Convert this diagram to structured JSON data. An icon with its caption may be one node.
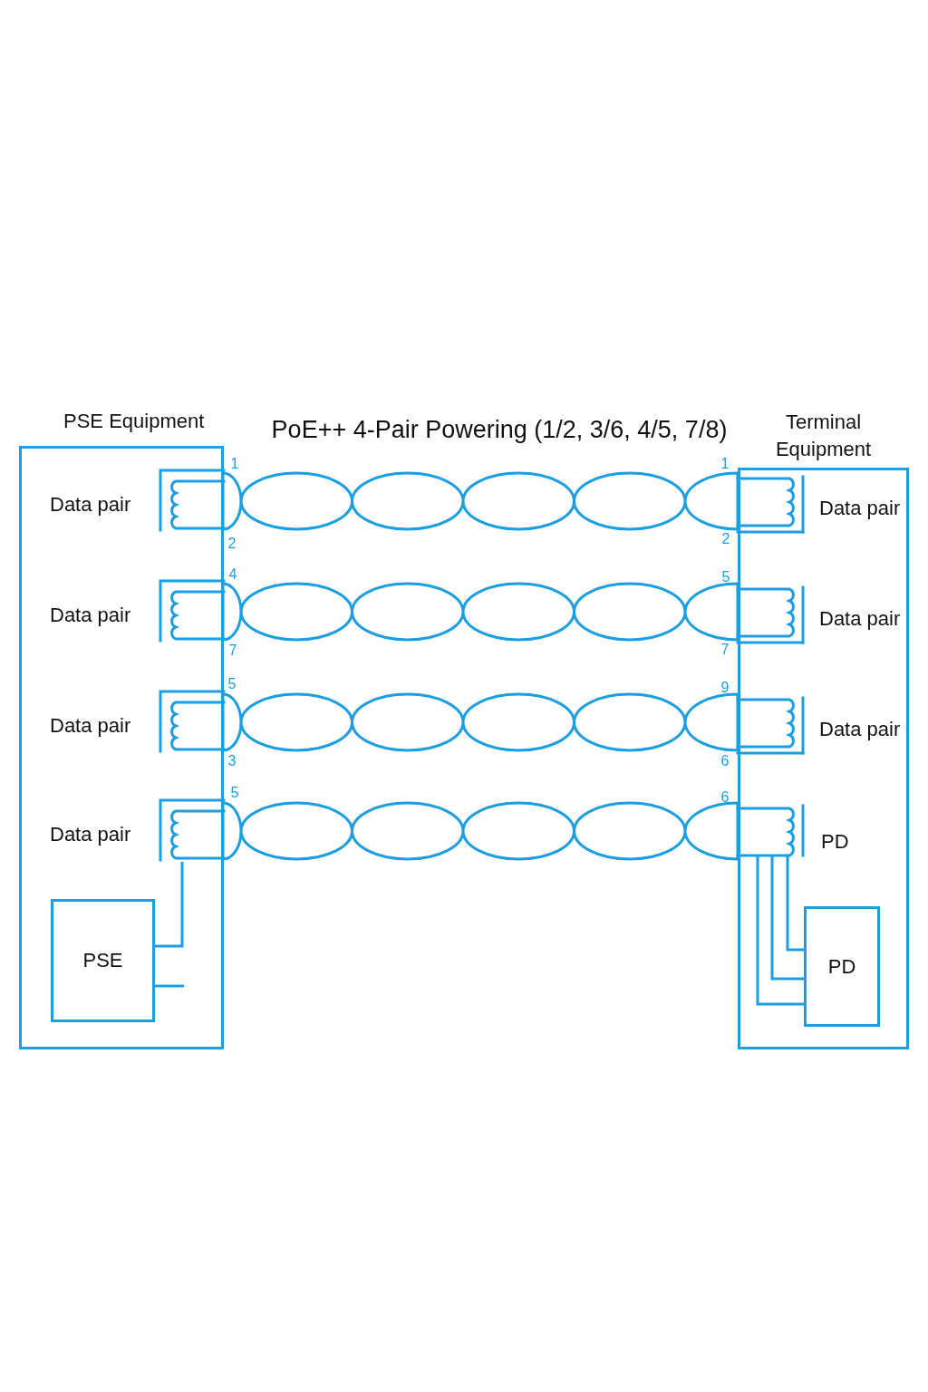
{
  "diagram": {
    "title": "PoE++ 4-Pair Powering (1/2, 3/6, 4/5, 7/8)",
    "nodes": [
      {
        "text": [
          "PSE Equipment"
        ]
      },
      {
        "text": [
          "Data pair"
        ],
        "in": 0
      },
      {
        "text": [
          "Data pair"
        ],
        "in": 0
      },
      {
        "text": [
          "Data pair"
        ],
        "in": 0
      },
      {
        "text": [
          "Data pair"
        ],
        "in": 0
      },
      {
        "text": [
          "PSE"
        ],
        "in": 0
      },
      {
        "text": [
          "Terminal Equipment"
        ]
      },
      {
        "text": [
          "Data pair"
        ],
        "in": 6
      },
      {
        "text": [
          "Data pair"
        ],
        "in": 6
      },
      {
        "text": [
          "Data pair"
        ],
        "in": 6
      },
      {
        "text": [
          "PD"
        ],
        "in": 6
      },
      {
        "text": [
          "PD"
        ],
        "in": 6
      }
    ],
    "edges": [
      {
        "from": 1,
        "to": 7,
        "arrow": "none"
      },
      {
        "from": 2,
        "to": 8,
        "arrow": "none"
      },
      {
        "from": 3,
        "to": 9,
        "arrow": "none"
      },
      {
        "from": 4,
        "to": 10,
        "arrow": "none"
      },
      {
        "from": 5,
        "to": 4,
        "arrow": "none"
      },
      {
        "from": 5,
        "to": null,
        "arrow": "none"
      },
      {
        "from": 10,
        "to": 11,
        "arrow": "none"
      },
      {
        "from": 10,
        "to": 11,
        "arrow": "none"
      },
      {
        "from": 10,
        "to": 11,
        "arrow": "none"
      }
    ],
    "labels": [
      "1",
      "1",
      "2",
      "2",
      "4",
      "5",
      "7",
      "7",
      "5",
      "9",
      "3",
      "6",
      "5",
      "6"
    ]
  }
}
